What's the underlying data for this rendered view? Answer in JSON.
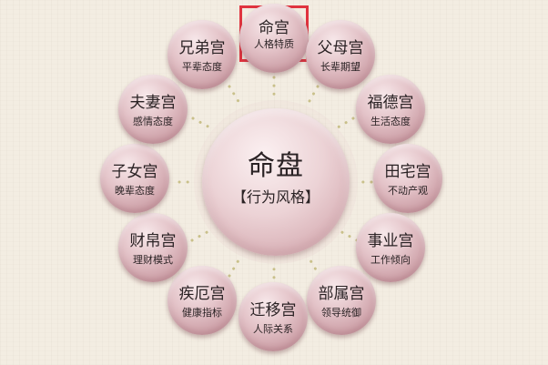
{
  "center": {
    "title": "命盘",
    "subtitle": "【行为风格】"
  },
  "palaces": [
    {
      "id": "ming",
      "title": "命宫",
      "desc": "人格特质",
      "highlighted": true
    },
    {
      "id": "fumu",
      "title": "父母宫",
      "desc": "长辈期望"
    },
    {
      "id": "fude",
      "title": "福德宫",
      "desc": "生活态度"
    },
    {
      "id": "tianzhai",
      "title": "田宅宫",
      "desc": "不动产观"
    },
    {
      "id": "shiye",
      "title": "事业宫",
      "desc": "工作倾向"
    },
    {
      "id": "bushu",
      "title": "部属宫",
      "desc": "领导统御"
    },
    {
      "id": "qianyi",
      "title": "迁移宫",
      "desc": "人际关系"
    },
    {
      "id": "jie",
      "title": "疾厄宫",
      "desc": "健康指标"
    },
    {
      "id": "caibo",
      "title": "财帛宫",
      "desc": "理财模式"
    },
    {
      "id": "zinv",
      "title": "子女宫",
      "desc": "晚辈态度"
    },
    {
      "id": "fuqi",
      "title": "夫妻宫",
      "desc": "感情态度"
    },
    {
      "id": "xiongdi",
      "title": "兄弟宫",
      "desc": "平辈态度"
    }
  ],
  "colors": {
    "highlight_border": "#e0343f",
    "connector_dots": "#c9c08a"
  }
}
